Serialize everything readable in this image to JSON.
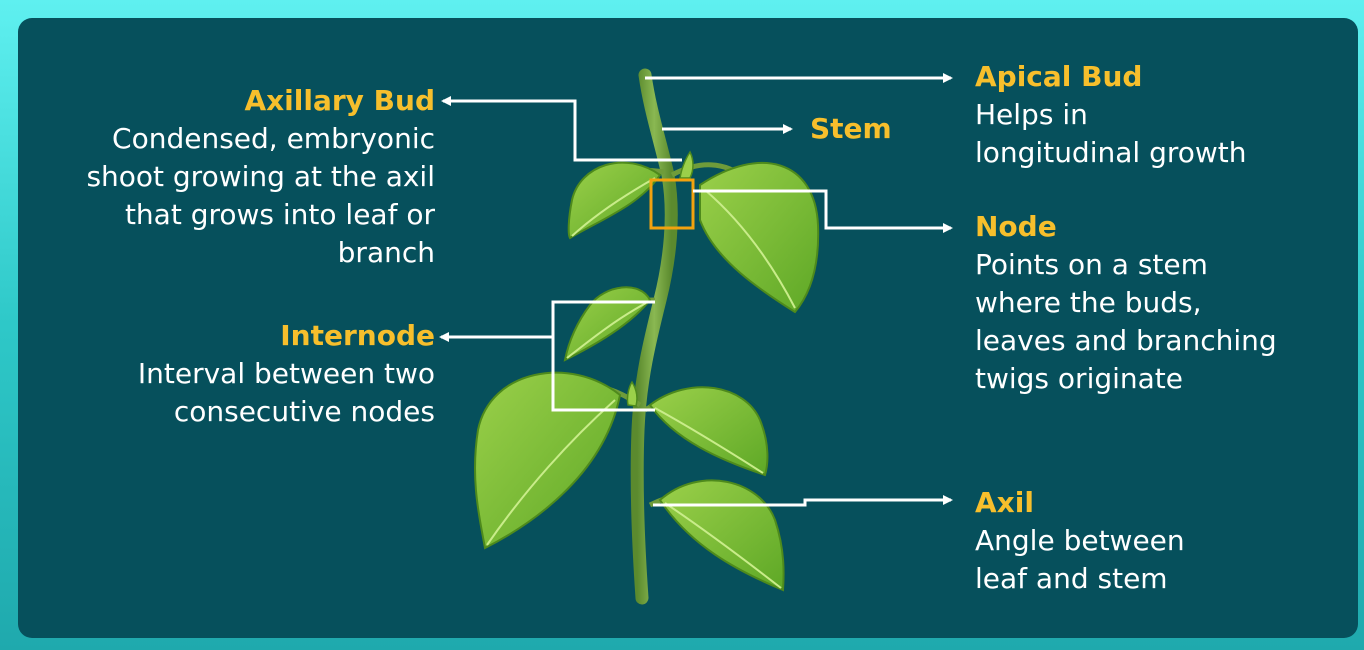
{
  "labels": {
    "axillary_bud": {
      "title": "Axillary Bud",
      "desc": [
        "Condensed, embryonic",
        "shoot growing at the axil",
        "that grows into leaf or",
        "branch"
      ]
    },
    "internode": {
      "title": "Internode",
      "desc": [
        "Interval between two",
        "consecutive nodes"
      ]
    },
    "apical_bud": {
      "title": "Apical Bud",
      "desc": [
        "Helps in",
        "longitudinal growth"
      ]
    },
    "stem": {
      "title": "Stem"
    },
    "node": {
      "title": "Node",
      "desc": [
        "Points on a stem",
        "where the buds,",
        "leaves and branching",
        "twigs originate"
      ]
    },
    "axil": {
      "title": "Axil",
      "desc": [
        "Angle between",
        "leaf and stem"
      ]
    }
  },
  "colors": {
    "panel_bg": "#06505c",
    "title": "#f7bf2c",
    "text": "#ffffff",
    "leaf": "#7cc232",
    "leaf_dark": "#4e8a1c",
    "stem": "#6f9c3a",
    "node_box": "#f2a20f"
  }
}
